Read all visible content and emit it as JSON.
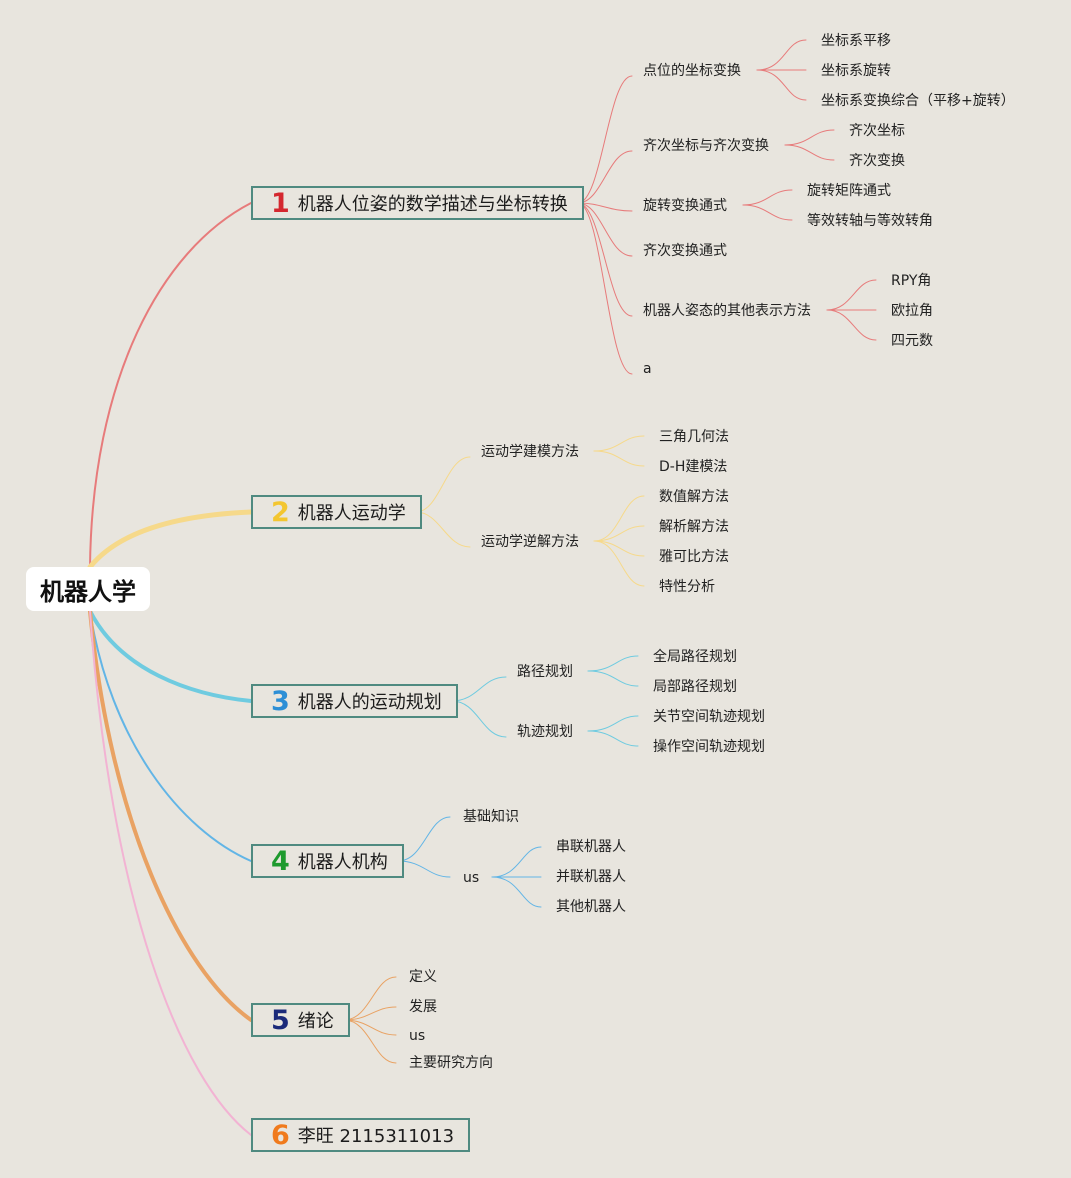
{
  "root": {
    "label": "机器人学"
  },
  "branches": [
    {
      "number": "1",
      "label": "机器人位姿的数学描述与坐标转换",
      "color": "#e77b7b",
      "numColor": "#d4282f"
    },
    {
      "number": "2",
      "label": "机器人运动学",
      "color": "#f6d98a",
      "numColor": "#f3c630"
    },
    {
      "number": "3",
      "label": "机器人的运动规划",
      "color": "#6fcbe0",
      "numColor": "#2d8fd6"
    },
    {
      "number": "4",
      "label": "机器人机构",
      "color": "#62b5e6",
      "numColor": "#1e9a2e"
    },
    {
      "number": "5",
      "label": "绪论",
      "color": "#e9a263",
      "numColor": "#1b2a7a"
    },
    {
      "number": "6",
      "label": "李旺 2115311013",
      "color": "#f2b3d3",
      "numColor": "#f07a1c"
    }
  ],
  "topics": {
    "b1": {
      "s1": {
        "label": "点位的坐标变换",
        "children": [
          "坐标系平移",
          "坐标系旋转",
          "坐标系变换综合（平移+旋转）"
        ]
      },
      "s2": {
        "label": "齐次坐标与齐次变换",
        "children": [
          "齐次坐标",
          "齐次变换"
        ]
      },
      "s3": {
        "label": "旋转变换通式",
        "children": [
          "旋转矩阵通式",
          "等效转轴与等效转角"
        ]
      },
      "s4": {
        "label": "齐次变换通式"
      },
      "s5": {
        "label": "机器人姿态的其他表示方法",
        "children": [
          "RPY角",
          "欧拉角",
          "四元数"
        ]
      },
      "s6": {
        "label": "a"
      }
    },
    "b2": {
      "s1": {
        "label": "运动学建模方法",
        "children": [
          "三角几何法",
          "D-H建模法"
        ]
      },
      "s2": {
        "label": "运动学逆解方法",
        "children": [
          "数值解方法",
          "解析解方法",
          "雅可比方法",
          "特性分析"
        ]
      }
    },
    "b3": {
      "s1": {
        "label": "路径规划",
        "children": [
          "全局路径规划",
          "局部路径规划"
        ]
      },
      "s2": {
        "label": "轨迹规划",
        "children": [
          "关节空间轨迹规划",
          "操作空间轨迹规划"
        ]
      }
    },
    "b4": {
      "s1": {
        "label": "基础知识"
      },
      "s2": {
        "label": "us",
        "children": [
          "串联机器人",
          "并联机器人",
          "其他机器人"
        ]
      }
    },
    "b5": {
      "s1": {
        "label": "定义"
      },
      "s2": {
        "label": "发展"
      },
      "s3": {
        "label": "us"
      },
      "s4": {
        "label": "主要研究方向"
      }
    }
  }
}
